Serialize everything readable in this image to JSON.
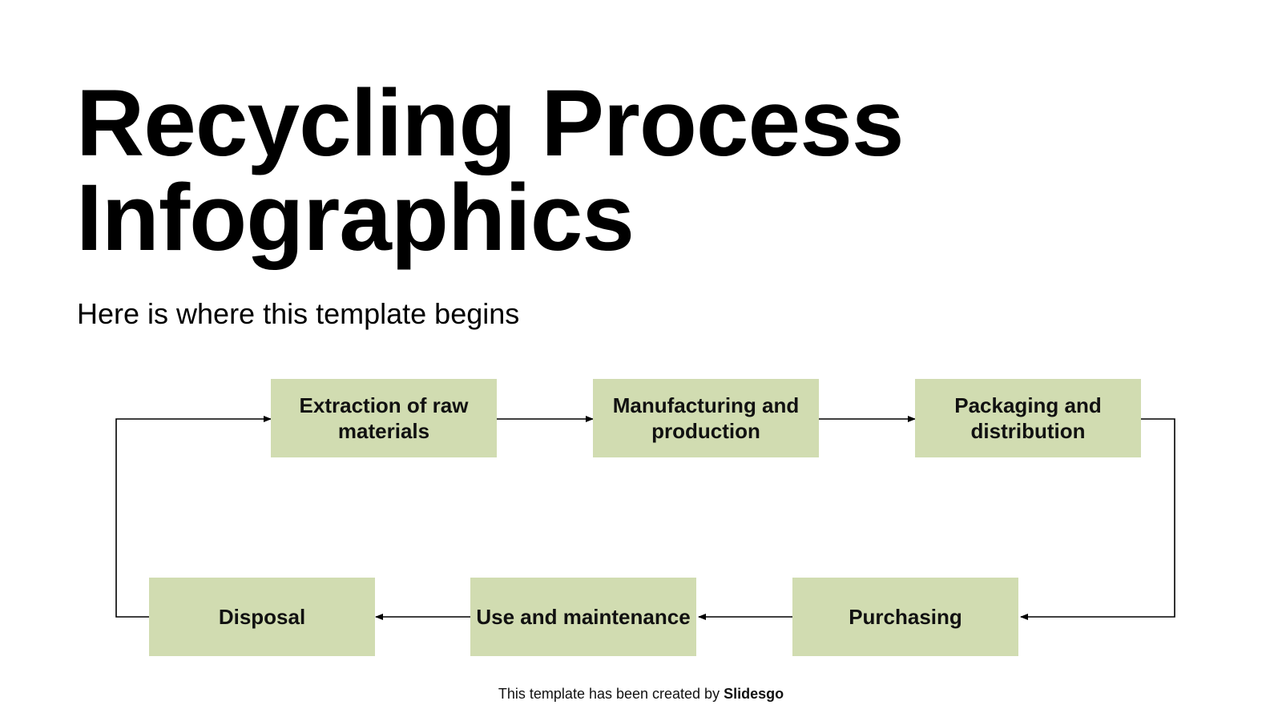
{
  "slide": {
    "title_line1": "Recycling Process",
    "title_line2": "Infographics",
    "subtitle": "Here is where this template begins"
  },
  "steps": [
    {
      "label": "Extraction of raw materials"
    },
    {
      "label": "Manufacturing and production"
    },
    {
      "label": "Packaging and distribution"
    },
    {
      "label": "Purchasing"
    },
    {
      "label": "Use and maintenance"
    },
    {
      "label": "Disposal"
    }
  ],
  "colors": {
    "box_fill": "#d1dcb1",
    "line": "#000000"
  },
  "footer": {
    "text": "This template has been created by ",
    "brand": "Slidesgo"
  }
}
